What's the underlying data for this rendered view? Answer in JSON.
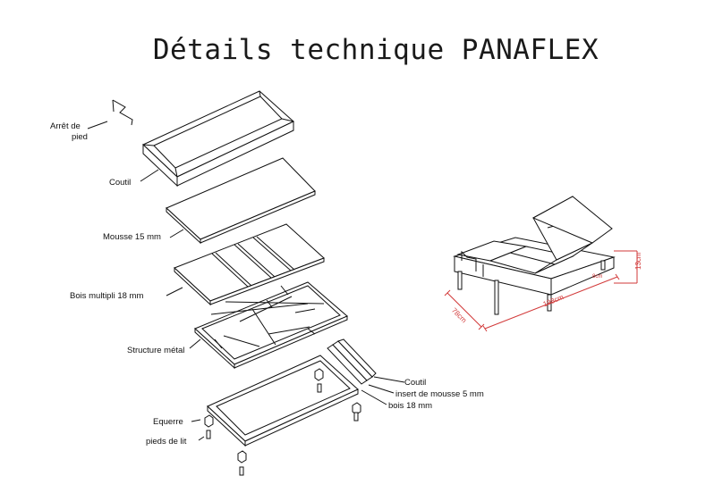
{
  "title": "Détails technique PANAFLEX",
  "labels": {
    "arret": "Arrêt de",
    "arret2": "pied",
    "coutil_top": "Coutil",
    "mousse": "Mousse 15 mm",
    "bois_multipli": "Bois multipli 18 mm",
    "structure": "Structure métal",
    "coutil_side": "Coutil",
    "insert": "insert de mousse 5 mm",
    "bois": "bois 18 mm",
    "equerre": "Equerre",
    "pieds": "pieds de lit"
  },
  "dimensions": {
    "width": "78cm",
    "length": "198cm",
    "height": "13cm",
    "small": "8cm"
  },
  "colors": {
    "line": "#111111",
    "dimension": "#d23a3a"
  }
}
